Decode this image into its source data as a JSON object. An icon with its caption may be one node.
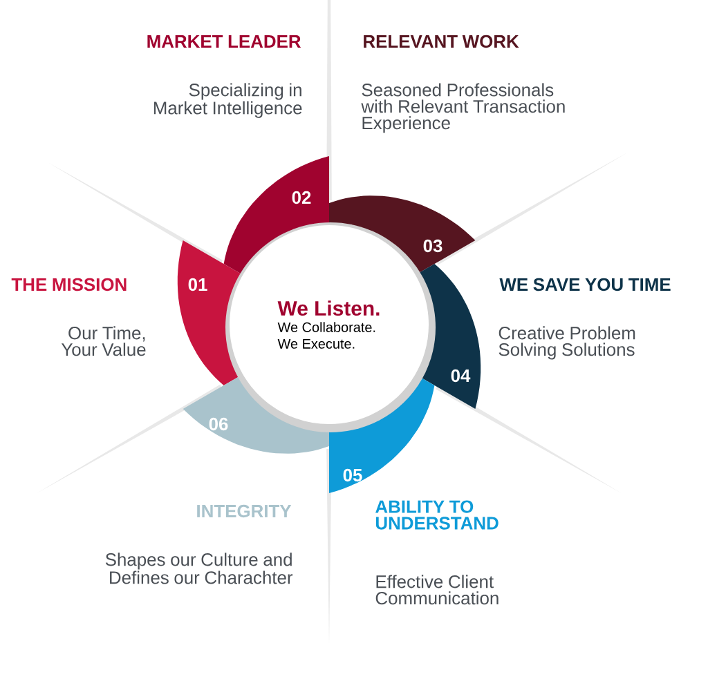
{
  "diagram": {
    "nodes": [
      {
        "text": [
          "We Listen.",
          "We Collaborate.",
          "We Execute."
        ]
      },
      {
        "text": [
          "01"
        ],
        "beside": [
          "THE MISSION",
          "Our Time, Your Value"
        ]
      },
      {
        "text": [
          "02"
        ],
        "beside": [
          "MARKET LEADER",
          "Specializing in Market Intelligence"
        ]
      },
      {
        "text": [
          "03"
        ],
        "beside": [
          "RELEVANT WORK",
          "Seasoned Professionals with Relevant Transaction Experience"
        ]
      },
      {
        "text": [
          "04"
        ],
        "beside": [
          "WE SAVE YOU TIME",
          "Creative Problem Solving Solutions"
        ]
      },
      {
        "text": [
          "05"
        ],
        "beside": [
          "ABILITY TO UNDERSTAND",
          "Effective Client Communication"
        ]
      },
      {
        "text": [
          "06"
        ],
        "beside": [
          "INTEGRITY",
          "Shapes our Culture and Defines our Charachter"
        ]
      }
    ]
  }
}
